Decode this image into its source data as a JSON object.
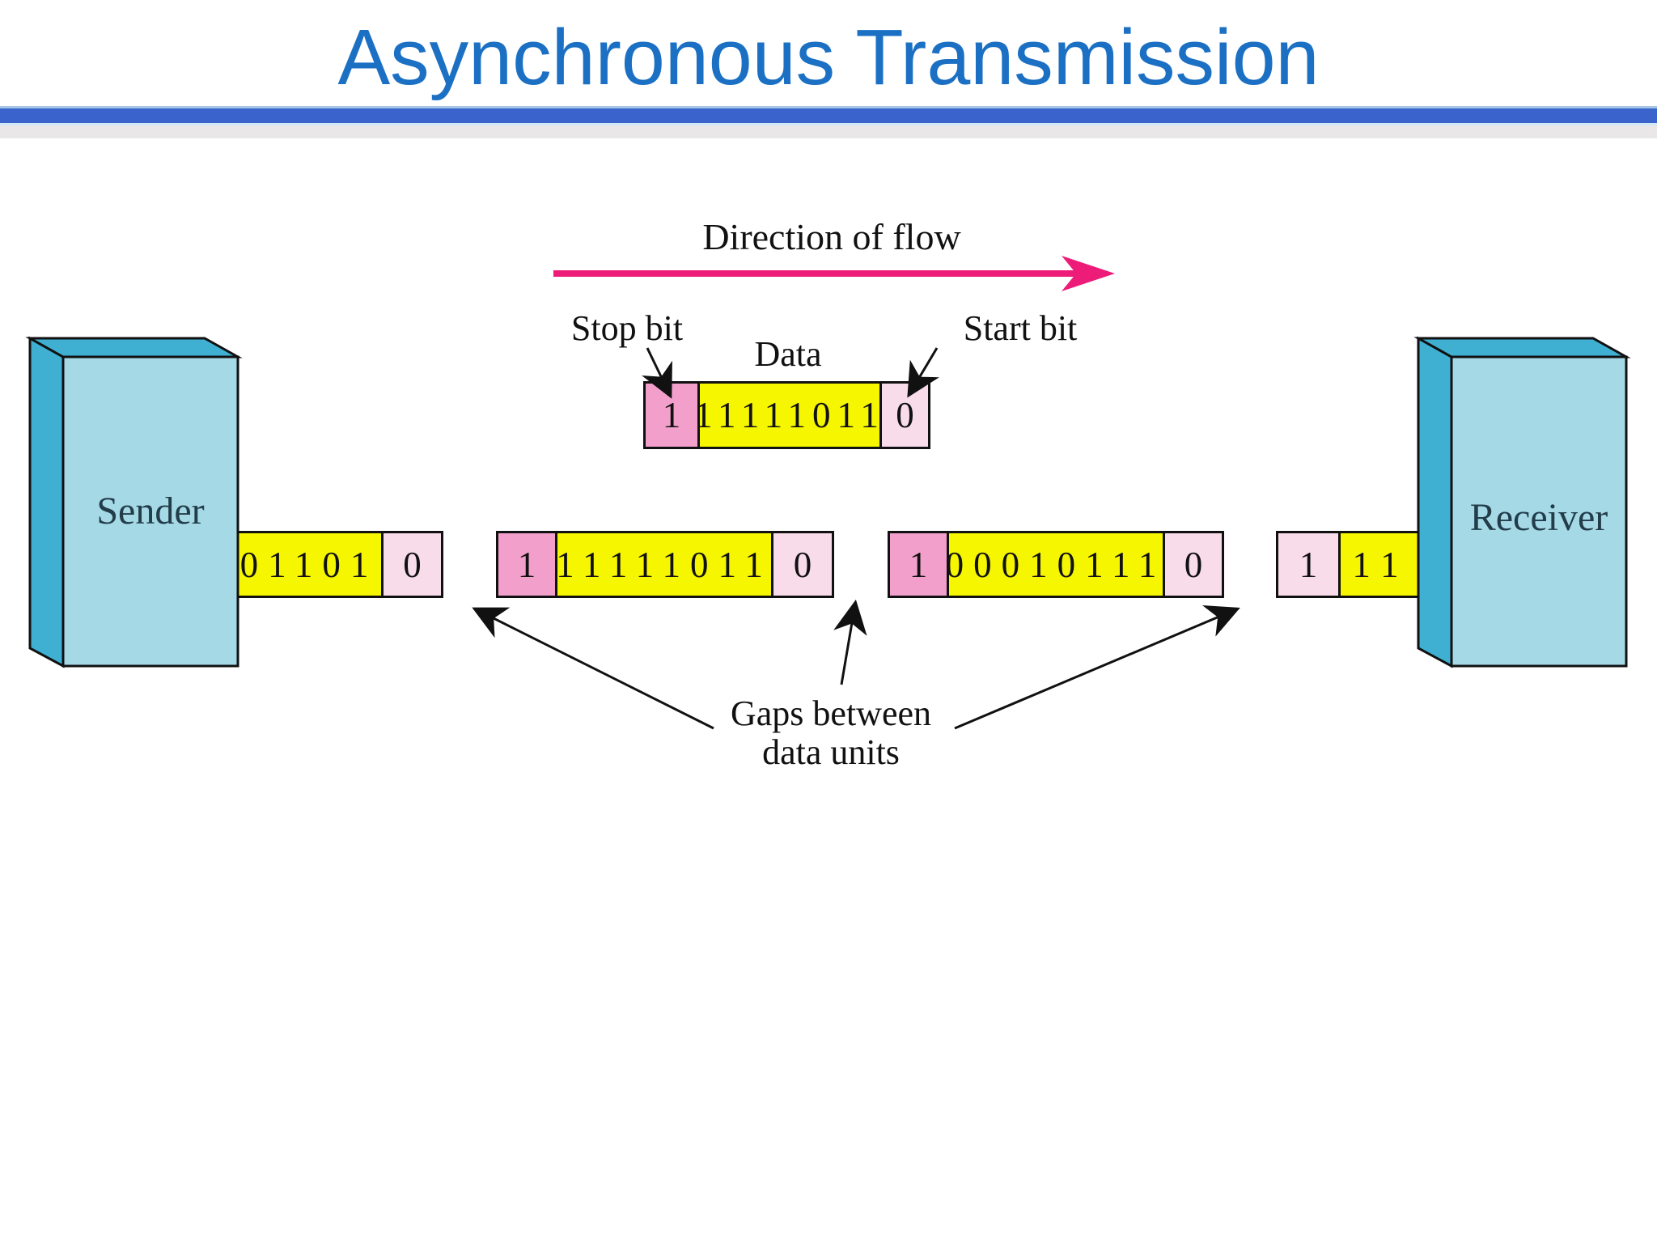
{
  "title": "Asynchronous Transmission",
  "labels": {
    "direction_of_flow": "Direction of flow",
    "stop_bit": "Stop bit",
    "data": "Data",
    "start_bit": "Start bit",
    "gaps_line1": "Gaps between",
    "gaps_line2": "data units",
    "sender": "Sender",
    "receiver": "Receiver"
  },
  "frames": {
    "example_frame": {
      "stop_bit": "1",
      "data": "11111011",
      "start_bit": "0"
    },
    "sender_unit": {
      "data": "01101",
      "start_bit": "0"
    },
    "frame_left": {
      "stop_bit": "1",
      "data": "11111011",
      "start_bit": "0"
    },
    "frame_right": {
      "stop_bit": "1",
      "data": "00010111",
      "start_bit": "0"
    },
    "receiver_unit": {
      "stop_bit": "1",
      "data": "11"
    }
  },
  "colors": {
    "title_blue": "#1b70c4",
    "divider_blue": "#3a64cb",
    "divider_gray": "#e9e7e7",
    "data_yellow": "#f6f600",
    "stop_bit_pink": "#f2a0cb",
    "start_bit_light_pink": "#f8dcea",
    "flow_arrow_magenta": "#ec1c78",
    "box_front_cyan": "#a5d9e6",
    "box_side_teal": "#3fb0d2",
    "outline_black": "#111111"
  }
}
